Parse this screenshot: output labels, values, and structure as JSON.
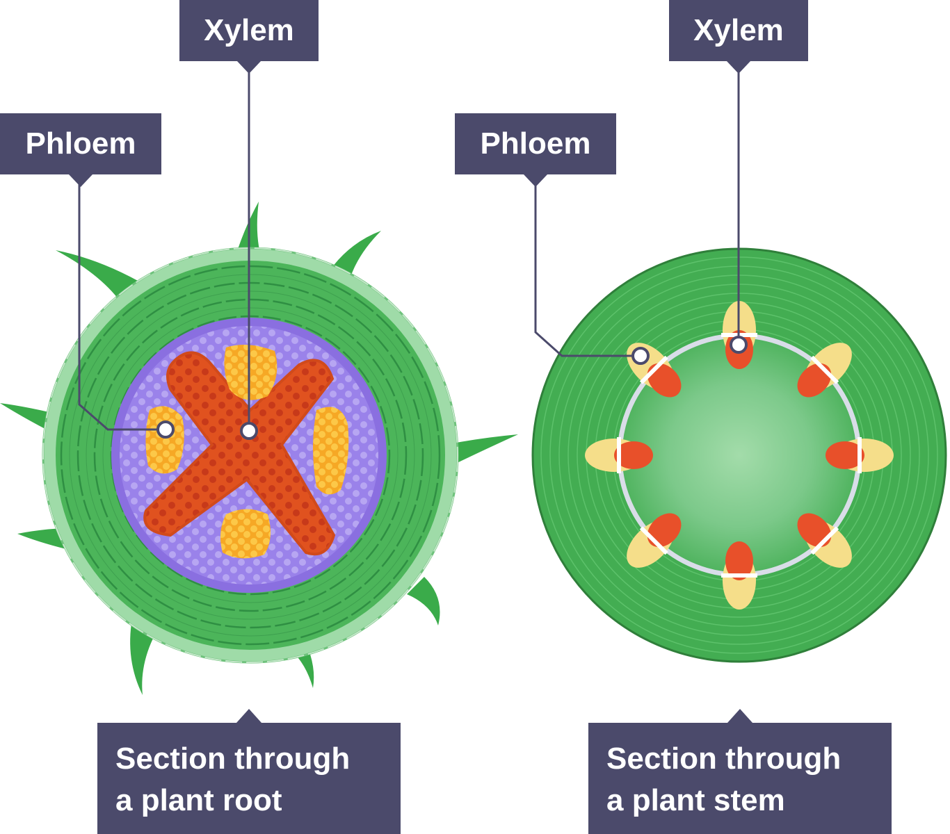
{
  "root": {
    "xylem_label": "Xylem",
    "phloem_label": "Phloem",
    "caption_line1": "Section through",
    "caption_line2": "a plant root"
  },
  "stem": {
    "xylem_label": "Xylem",
    "phloem_label": "Phloem",
    "caption_line1": "Section through",
    "caption_line2": "a plant stem"
  },
  "colors": {
    "label_bg": "#4b4a6b",
    "label_text": "#ffffff",
    "cortex_green": "#4cb55a",
    "epidermis_green": "#8fd39a",
    "root_hair_green": "#3aab4a",
    "vascular_purple": "#8a6fe0",
    "xylem_red": "#e0521f",
    "phloem_yellow": "#f6b52a",
    "stem_phloem_cream": "#f5de8a",
    "pith_light_green": "#9ed9a4",
    "cambium_ring": "#d9dde8",
    "leader_line": "#4b4a6b"
  }
}
